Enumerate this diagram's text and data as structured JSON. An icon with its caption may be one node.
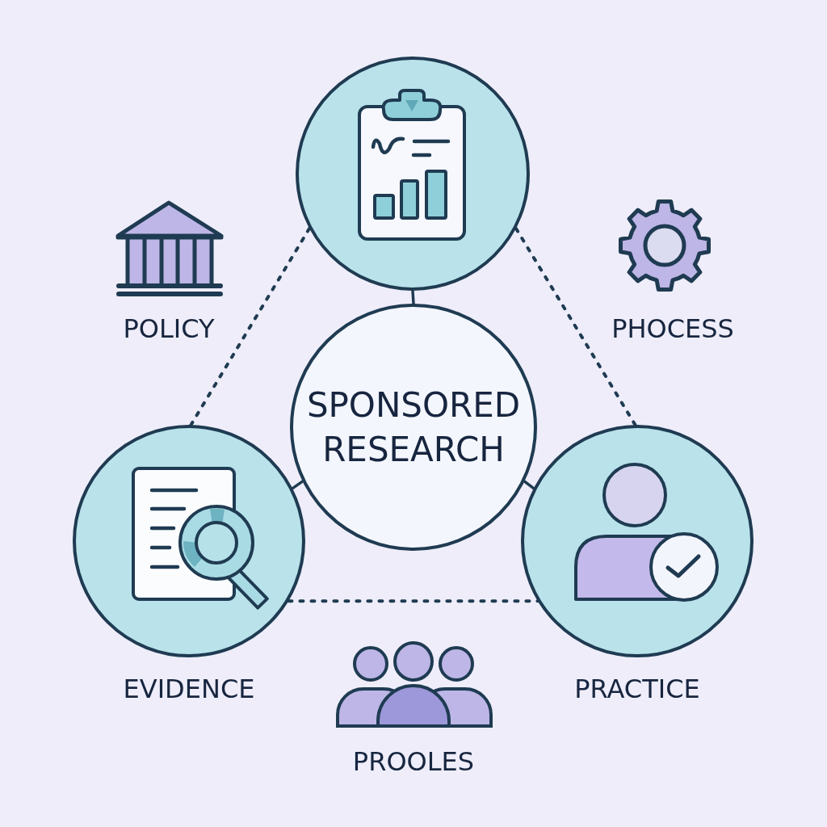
{
  "diagram": {
    "nodes": [
      {
        "text": [],
        "shape": "circle"
      },
      {
        "text": [
          "SPONSORED RESEARCH"
        ]
      },
      {
        "text": [],
        "shape": "circle",
        "beside": [
          "EVIDENCE"
        ]
      },
      {
        "text": [],
        "shape": "circle",
        "beside": [
          "PRACTICE"
        ]
      }
    ],
    "edges": [
      {
        "from": 0,
        "to": 1,
        "arrow": "none"
      },
      {
        "from": 1,
        "to": 2,
        "arrow": "none"
      },
      {
        "from": 1,
        "to": 3,
        "arrow": "none"
      },
      {
        "from": 0,
        "to": 2,
        "arrow": "none",
        "style": "dashed"
      },
      {
        "from": 0,
        "to": 3,
        "arrow": "none",
        "style": "dashed"
      },
      {
        "from": 2,
        "to": 3,
        "arrow": "none",
        "style": "dashed"
      }
    ],
    "labels": [
      "POLICY",
      "PHOCESS",
      "PROOLES"
    ]
  }
}
